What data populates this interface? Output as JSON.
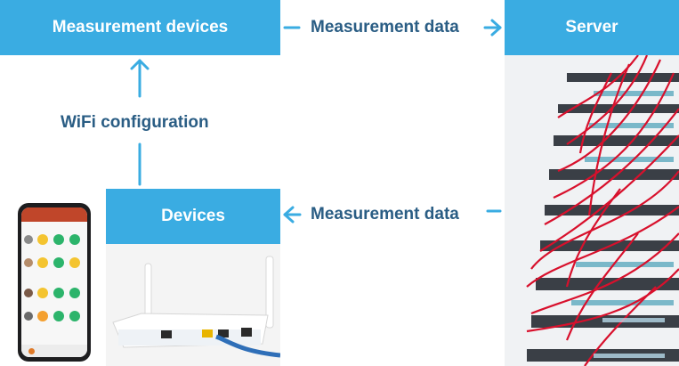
{
  "boxes": {
    "measurement_devices": "Measurement devices",
    "server": "Server",
    "devices": "Devices"
  },
  "labels": {
    "measurement_data_top": "Measurement data",
    "wifi_configuration": "WiFi configuration",
    "measurement_data_bottom": "Measurement data"
  },
  "colors": {
    "box_fill": "#3aace2",
    "label_text": "#2a5d84",
    "cable": "#d8102c"
  }
}
